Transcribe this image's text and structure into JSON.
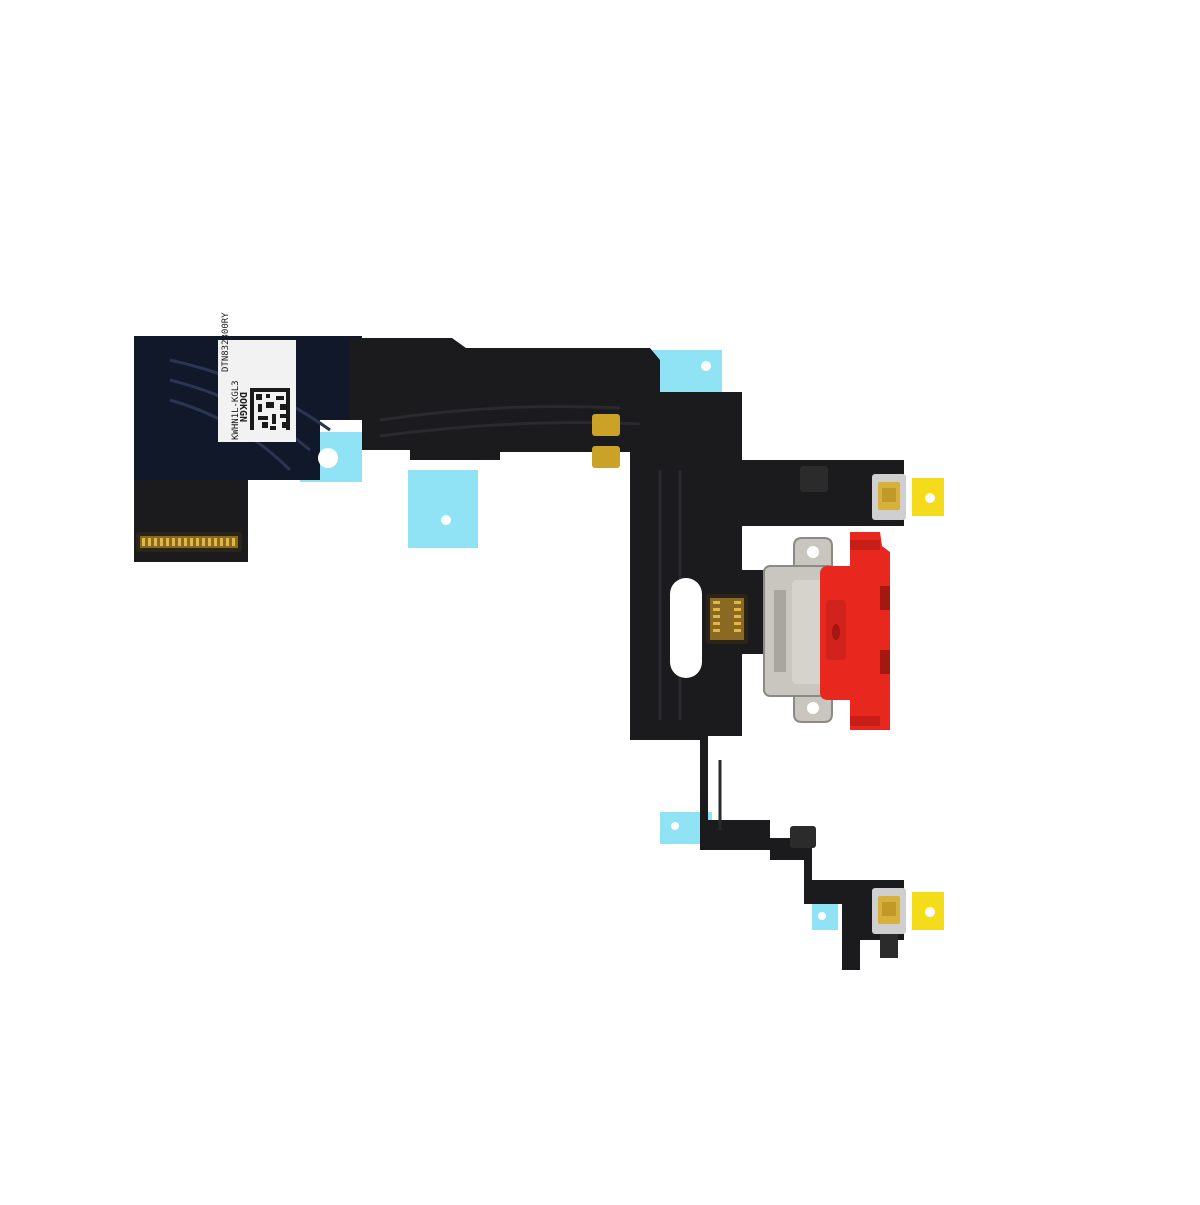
{
  "colors": {
    "background": "#ffffff",
    "flex_black": "#1b1b1d",
    "flex_dark_blue": "#11182a",
    "flex_trace": "#2a2a2e",
    "adhesive_blue": "#8fe3f4",
    "port_red": "#e8281f",
    "port_red_dark": "#a51812",
    "metal_silver": "#c9c6bf",
    "metal_dark": "#8c8a84",
    "gold_pad": "#c9a227",
    "tab_yellow": "#f5dc1a",
    "label_white": "#f2f2f2"
  },
  "label": {
    "line1": "DOKGN",
    "line2": "DTN832300RY",
    "line3": "KWHN1L-KGL3"
  }
}
